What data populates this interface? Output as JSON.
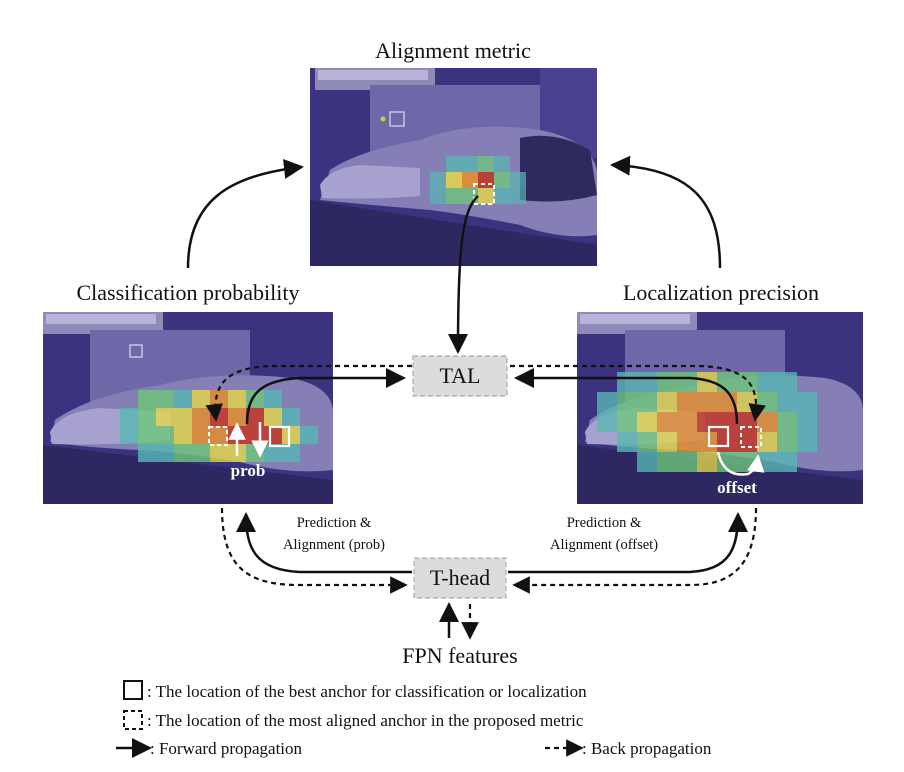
{
  "titles": {
    "top": "Alignment metric",
    "left": "Classification probability",
    "right": "Localization precision"
  },
  "boxes": {
    "tal": "TAL",
    "thead": "T-head"
  },
  "image_labels": {
    "prob": "prob",
    "offset": "offset"
  },
  "edge_labels": {
    "left_line1": "Prediction &",
    "left_line2": "Alignment (prob)",
    "right_line1": "Prediction &",
    "right_line2": "Alignment (offset)"
  },
  "fpn": "FPN features",
  "legend": {
    "solid_box": ": The location of the best anchor for classification or localization",
    "dashed_box": ": The location of the most aligned anchor in the proposed metric",
    "forward": ": Forward propagation",
    "back": ": Back propagation"
  },
  "colors": {
    "overlay": "#3a2f86",
    "box_fill": "#dcdcdc",
    "heat_red": "#c8321e",
    "heat_orange": "#e8902a",
    "heat_yellow": "#e6d84a",
    "heat_green": "#6ec87a",
    "heat_cyan": "#58b8b4"
  }
}
